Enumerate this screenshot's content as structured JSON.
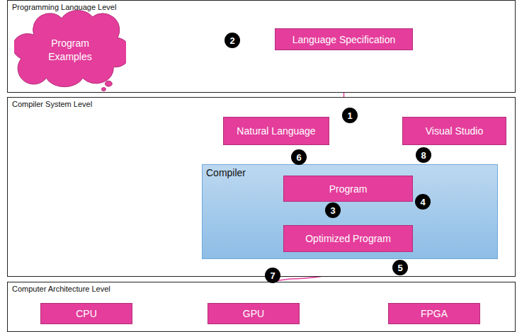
{
  "diagram": {
    "nodes": [
      {
        "text": [
          "Programming Language Level"
        ]
      },
      {
        "text": [
          "Program Examples"
        ],
        "in": 0
      },
      {
        "text": [
          "Language Specification"
        ],
        "in": 0
      },
      {
        "text": [
          "Compiler System Level"
        ]
      },
      {
        "text": [
          "Natural Language"
        ],
        "in": 3
      },
      {
        "text": [
          "Visual Studio"
        ],
        "in": 3
      },
      {
        "text": [
          "Compiler"
        ],
        "in": 3
      },
      {
        "text": [
          "Program"
        ],
        "in": 6
      },
      {
        "text": [
          "Optimized Program"
        ],
        "in": 6
      },
      {
        "text": [
          "Computer Architecture Level"
        ]
      },
      {
        "text": [
          "CPU"
        ],
        "in": 9
      },
      {
        "text": [
          "GPU"
        ],
        "in": 9
      },
      {
        "text": [
          "FPGA"
        ],
        "in": 9
      }
    ],
    "edges": [
      {
        "from": 1,
        "to": 2,
        "arrow": "to"
      },
      {
        "from": 2,
        "to": 6,
        "arrow": "to"
      },
      {
        "from": 4,
        "to": 6,
        "arrow": "to"
      },
      {
        "from": 5,
        "to": 6,
        "arrow": "to"
      },
      {
        "from": 7,
        "to": 8,
        "arrow": "to"
      },
      {
        "from": 7,
        "to": 7,
        "arrow": "to"
      },
      {
        "from": 8,
        "to": 8,
        "arrow": "to"
      },
      {
        "from": 8,
        "to": 9,
        "arrow": "to"
      }
    ],
    "labels": [
      "1",
      "2",
      "3",
      "4",
      "5",
      "6",
      "7",
      "8"
    ]
  }
}
